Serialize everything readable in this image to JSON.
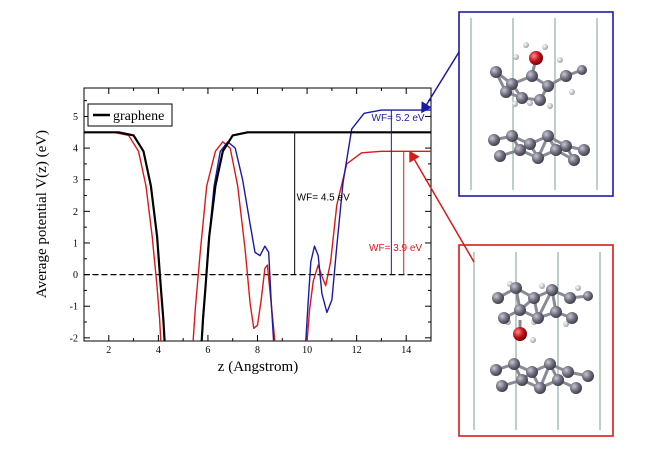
{
  "chart_data": {
    "type": "line",
    "xlabel": "z (Angstrom)",
    "ylabel": "Average potential V(z) (eV)",
    "xlim": [
      1,
      15
    ],
    "ylim": [
      -2.1,
      5.9
    ],
    "x_ticks": [
      2,
      4,
      6,
      8,
      10,
      12,
      14
    ],
    "y_ticks": [
      -2,
      -1,
      0,
      1,
      2,
      3,
      4,
      5
    ],
    "legend": {
      "placement": "top-left",
      "entries": [
        "graphene"
      ]
    },
    "grid": false,
    "series": [
      {
        "name": "graphene",
        "color": "#000000",
        "segments": [
          [
            [
              1.0,
              4.5
            ],
            [
              2.4,
              4.5
            ],
            [
              3.0,
              4.4
            ],
            [
              3.4,
              3.9
            ],
            [
              3.7,
              2.8
            ],
            [
              3.95,
              1.2
            ],
            [
              4.1,
              -0.4
            ],
            [
              4.2,
              -1.4
            ],
            [
              4.25,
              -2.1
            ]
          ],
          [
            [
              5.75,
              -2.1
            ],
            [
              5.8,
              -1.4
            ],
            [
              5.9,
              -0.4
            ],
            [
              6.05,
              1.2
            ],
            [
              6.3,
              2.8
            ],
            [
              6.6,
              3.9
            ],
            [
              7.0,
              4.4
            ],
            [
              7.6,
              4.5
            ],
            [
              15.0,
              4.5
            ]
          ]
        ]
      },
      {
        "name": "",
        "color": "#1a1aa6",
        "segments": [
          [
            [
              1.0,
              4.5
            ],
            [
              2.4,
              4.5
            ],
            [
              3.0,
              4.4
            ],
            [
              3.4,
              3.9
            ],
            [
              3.7,
              2.8
            ],
            [
              3.95,
              1.2
            ],
            [
              4.1,
              -0.4
            ],
            [
              4.2,
              -1.4
            ],
            [
              4.25,
              -2.1
            ]
          ],
          [
            [
              5.75,
              -2.1
            ],
            [
              5.85,
              -1.0
            ],
            [
              6.0,
              0.8
            ],
            [
              6.25,
              2.8
            ],
            [
              6.5,
              3.9
            ],
            [
              6.8,
              4.2
            ],
            [
              7.1,
              4.0
            ],
            [
              7.4,
              3.0
            ],
            [
              7.7,
              1.6
            ],
            [
              7.9,
              0.7
            ],
            [
              8.1,
              0.6
            ],
            [
              8.3,
              0.9
            ],
            [
              8.45,
              0.7
            ],
            [
              8.55,
              -0.8
            ],
            [
              8.65,
              -2.1
            ]
          ],
          [
            [
              9.95,
              -2.1
            ],
            [
              10.05,
              -0.8
            ],
            [
              10.15,
              0.4
            ],
            [
              10.3,
              0.9
            ],
            [
              10.45,
              0.6
            ],
            [
              10.6,
              -0.6
            ],
            [
              10.8,
              -1.2
            ],
            [
              11.0,
              -0.8
            ],
            [
              11.2,
              0.9
            ],
            [
              11.45,
              2.9
            ],
            [
              11.8,
              4.6
            ],
            [
              12.3,
              5.1
            ],
            [
              13.0,
              5.2
            ],
            [
              15.0,
              5.2
            ]
          ]
        ]
      },
      {
        "name": "",
        "color": "#d91a1a",
        "segments": [
          [
            [
              1.0,
              4.5
            ],
            [
              2.2,
              4.5
            ],
            [
              2.8,
              4.4
            ],
            [
              3.2,
              3.9
            ],
            [
              3.5,
              2.8
            ],
            [
              3.75,
              1.2
            ],
            [
              3.95,
              -0.4
            ],
            [
              4.05,
              -1.4
            ],
            [
              4.1,
              -2.1
            ]
          ],
          [
            [
              5.4,
              -2.1
            ],
            [
              5.5,
              -1.0
            ],
            [
              5.7,
              0.8
            ],
            [
              5.95,
              2.8
            ],
            [
              6.3,
              3.9
            ],
            [
              6.6,
              4.2
            ],
            [
              6.9,
              4.0
            ],
            [
              7.2,
              2.8
            ],
            [
              7.5,
              0.8
            ],
            [
              7.7,
              -0.9
            ],
            [
              7.85,
              -1.7
            ],
            [
              8.0,
              -1.6
            ],
            [
              8.15,
              -0.8
            ],
            [
              8.3,
              0.2
            ],
            [
              8.4,
              0.3
            ],
            [
              8.5,
              -0.5
            ],
            [
              8.6,
              -1.3
            ],
            [
              8.7,
              -2.1
            ]
          ],
          [
            [
              10.0,
              -2.1
            ],
            [
              10.1,
              -1.1
            ],
            [
              10.25,
              -0.2
            ],
            [
              10.45,
              0.3
            ],
            [
              10.6,
              -0.05
            ],
            [
              10.75,
              -0.35
            ],
            [
              10.95,
              0.4
            ],
            [
              11.2,
              2.2
            ],
            [
              11.6,
              3.5
            ],
            [
              12.2,
              3.85
            ],
            [
              13.0,
              3.9
            ],
            [
              15.0,
              3.9
            ]
          ]
        ]
      },
      {
        "name": "",
        "color": "#000000",
        "dashed": true,
        "segments": [
          [
            [
              1.0,
              0.0
            ],
            [
              15.0,
              0.0
            ]
          ]
        ]
      }
    ],
    "work_function_markers": [
      {
        "label": "WF= 4.5 eV",
        "x": 9.5,
        "y_top": 4.5,
        "color": "#000000"
      },
      {
        "label": "WF= 5.2 eV",
        "x": 13.4,
        "y_top": 5.2,
        "color": "#1a1aa6"
      },
      {
        "label": "WF= 3.9 eV",
        "x": 13.9,
        "y_top": 3.9,
        "color": "#d91a1a"
      }
    ]
  },
  "insets": [
    {
      "name": "top-structure",
      "border_color": "#1a1acc"
    },
    {
      "name": "bottom-structure",
      "border_color": "#dd2222"
    }
  ]
}
